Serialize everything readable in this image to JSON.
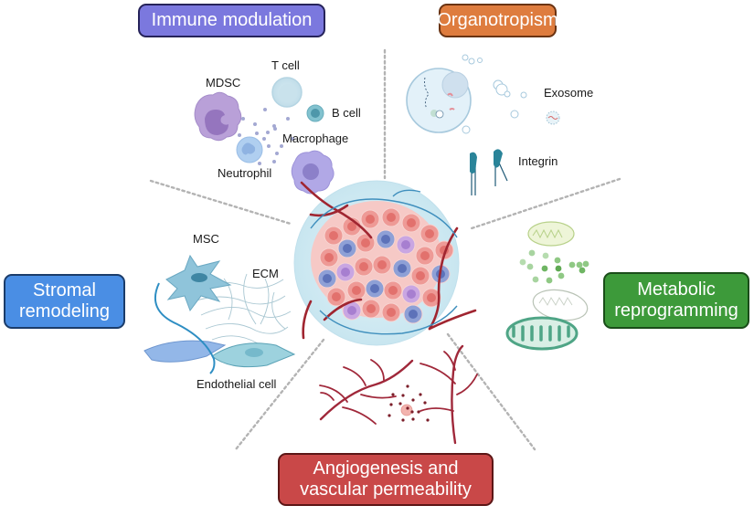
{
  "figure": {
    "center": "tumor-microenvironment",
    "colors": {
      "immune": "#7b78de",
      "immune_border": "#26235a",
      "organotropism": "#de7c3e",
      "organotropism_border": "#6a3312",
      "stromal": "#4a8ee4",
      "stromal_border": "#1b3c6a",
      "metabolic": "#3d9a3a",
      "metabolic_border": "#1a4d19",
      "angiogenesis": "#c94848",
      "angiogenesis_border": "#5c1616",
      "divider": "#b3b3b3"
    }
  },
  "sections": {
    "immune": {
      "title": "Immune modulation",
      "labels": {
        "mdsc": "MDSC",
        "tcell": "T cell",
        "bcell": "B cell",
        "macrophage": "Macrophage",
        "neutrophil": "Neutrophil"
      }
    },
    "organotropism": {
      "title": "Organotropism",
      "labels": {
        "exosome": "Exosome",
        "integrin": "Integrin"
      }
    },
    "stromal": {
      "title_line1": "Stromal",
      "title_line2": "remodeling",
      "labels": {
        "msc": "MSC",
        "ecm": "ECM",
        "endothelial": "Endothelial cell"
      }
    },
    "metabolic": {
      "title_line1": "Metabolic",
      "title_line2": "reprogramming"
    },
    "angiogenesis": {
      "title_line1": "Angiogenesis and",
      "title_line2": "vascular permeability"
    }
  }
}
